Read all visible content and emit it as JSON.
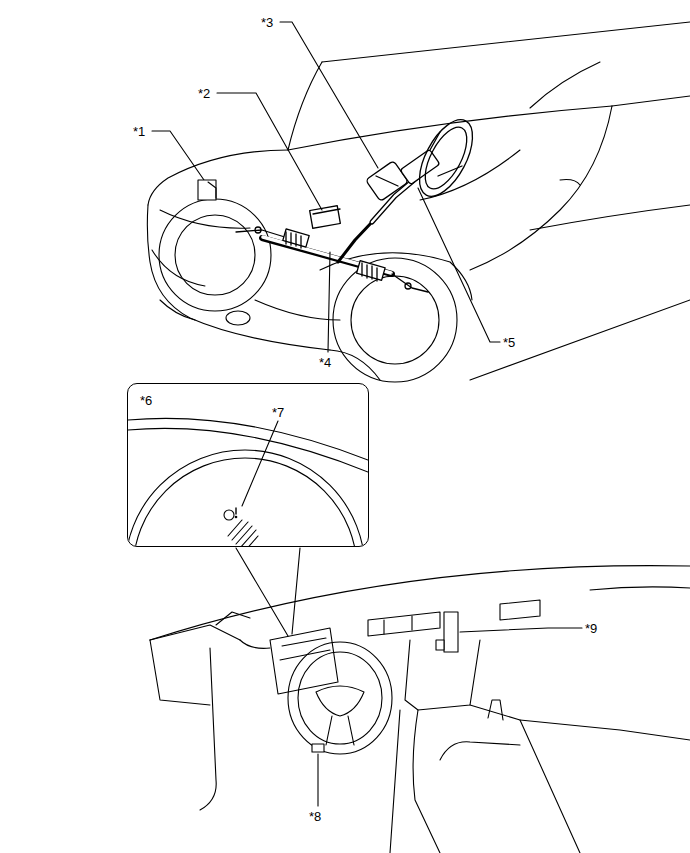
{
  "diagram": {
    "nodes": [
      {
        "text": [
          "*6"
        ]
      }
    ],
    "labels": [
      "*1",
      "*2",
      "*3",
      "*4",
      "*5",
      "*7",
      "*8",
      "*9"
    ]
  }
}
